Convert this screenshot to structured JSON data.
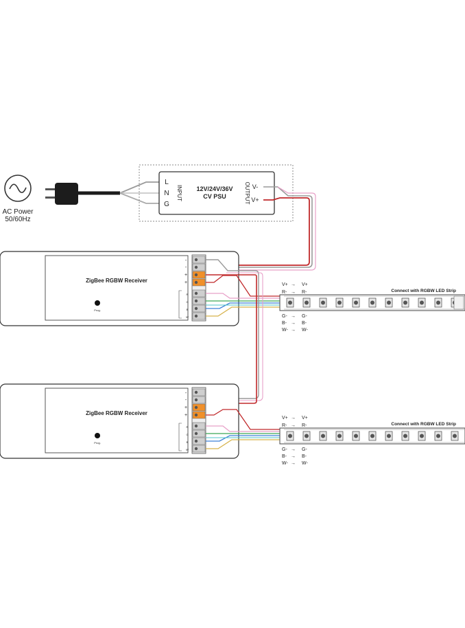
{
  "ac_power": {
    "line1": "AC Power",
    "line2": "50/60Hz"
  },
  "psu": {
    "title_line1": "12V/24V/36V",
    "title_line2": "CV PSU",
    "input_label": "INPUT",
    "output_label": "OUTPUT",
    "input_terminals": [
      "L",
      "N",
      "G"
    ],
    "output_terminals": [
      "V-",
      "V+"
    ]
  },
  "receiver": {
    "title": "ZigBee RGBW Receiver",
    "button_label": "Prog.",
    "terminal_symbols": [
      "-",
      "-",
      "+",
      "+"
    ],
    "output_channels": [
      "R",
      "G",
      "B",
      "W"
    ]
  },
  "strip": {
    "title": "Connect with RGBW LED Strip",
    "top_labels": [
      "V+",
      "R-"
    ],
    "bottom_labels": [
      "G-",
      "B-",
      "W-"
    ]
  },
  "colors": {
    "red_wire": "#c0282a",
    "pink_wire": "#e8a0c8",
    "gray_wire": "#9a9a9a",
    "green_wire": "#3aa856",
    "blue_wire": "#3b7fd6",
    "orange_terminal": "#f0902a",
    "cyan_wire": "#4cc3c8",
    "yellow_wire": "#d6b24a"
  }
}
